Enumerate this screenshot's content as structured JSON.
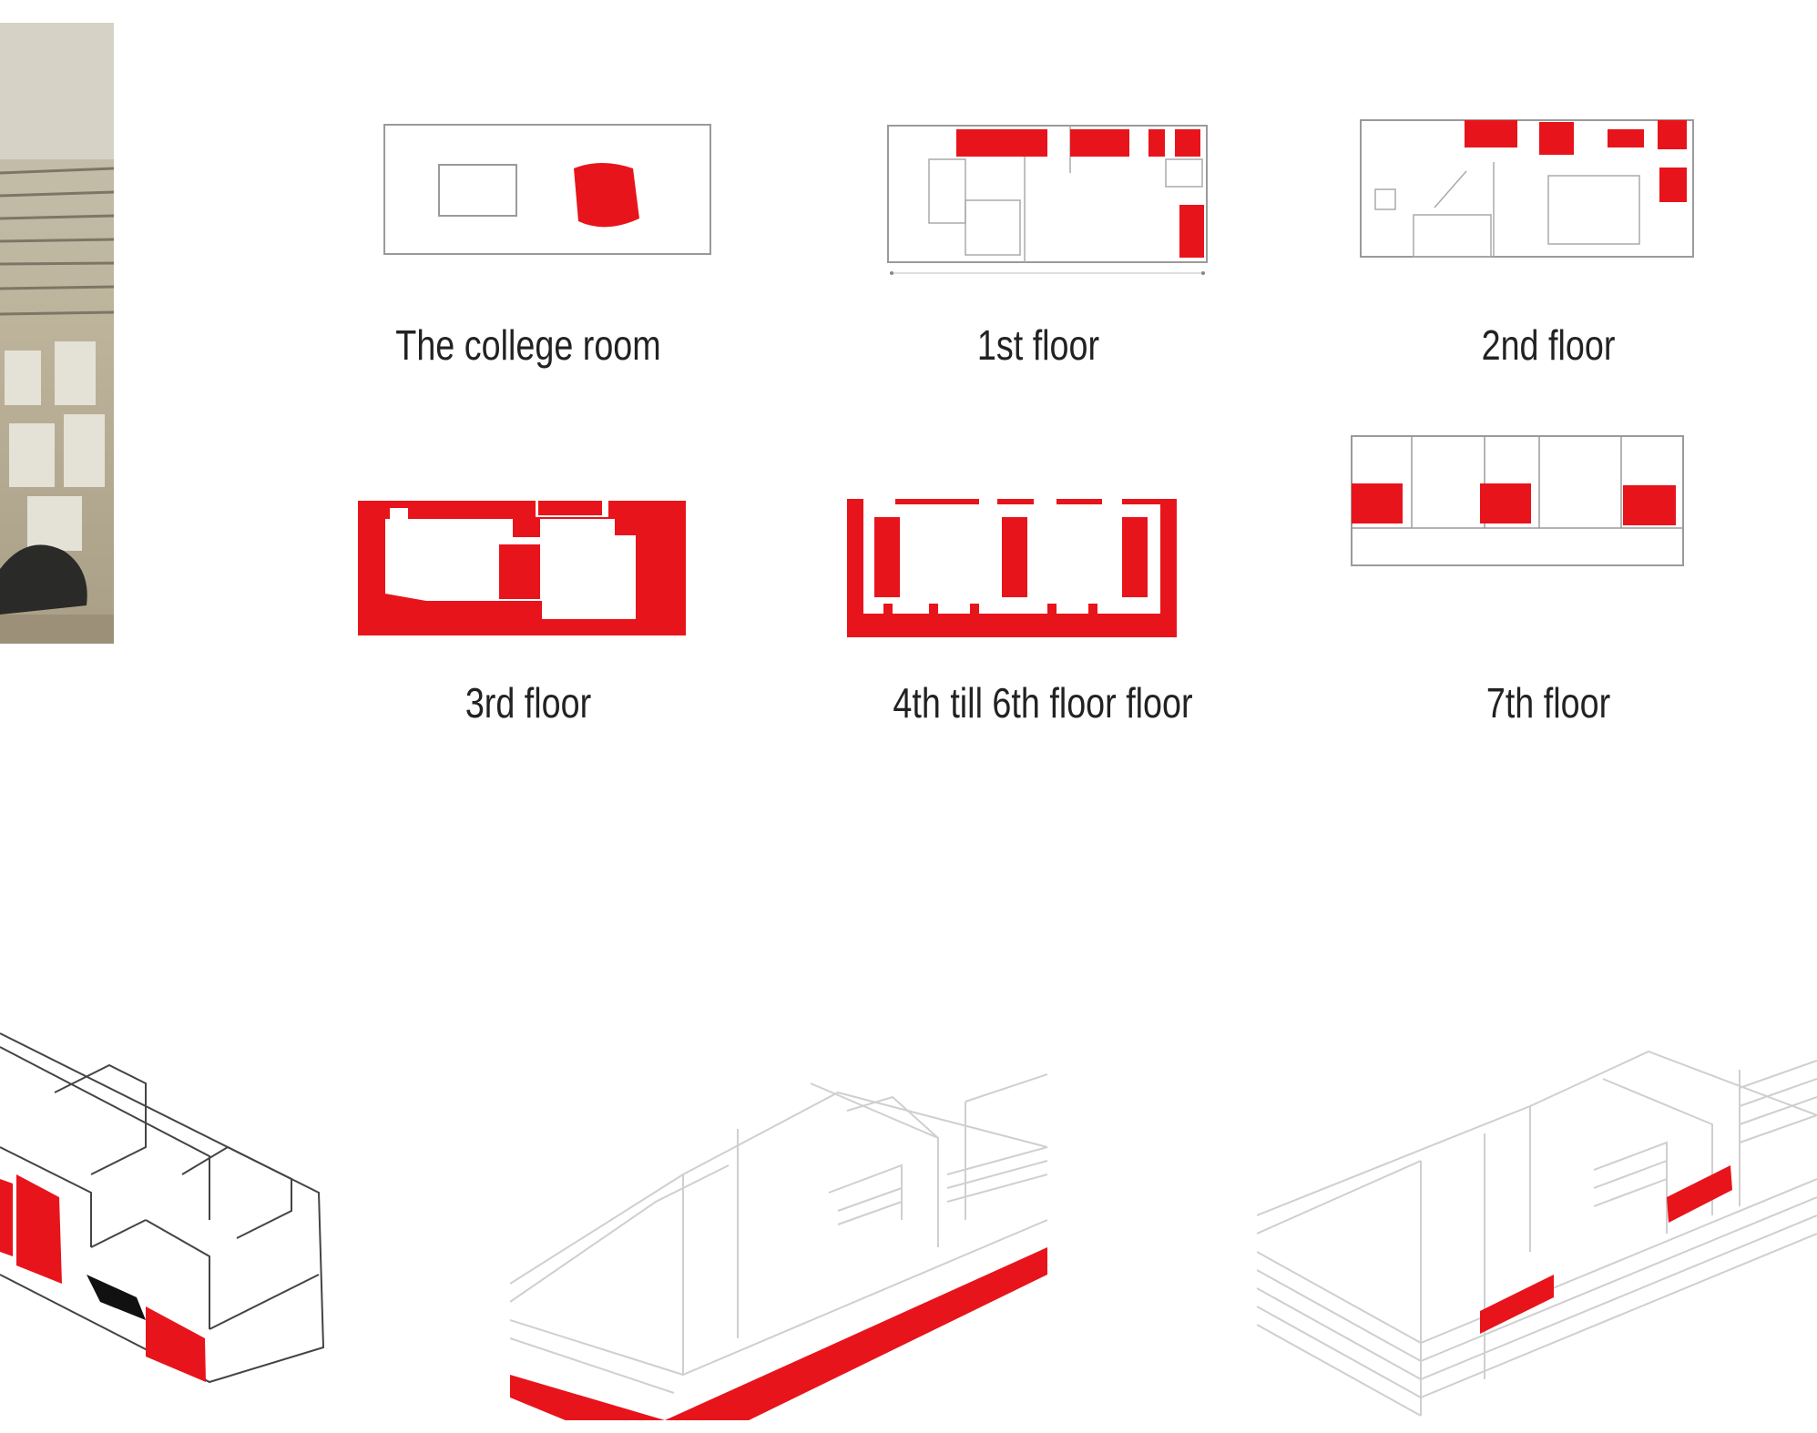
{
  "colors": {
    "highlight": "#e8141b",
    "line": "#9a9a9a",
    "background": "#ffffff",
    "text": "#222222"
  },
  "plans": [
    {
      "caption": "The college room"
    },
    {
      "caption": "1st floor"
    },
    {
      "caption": "2nd floor"
    },
    {
      "caption": "3rd floor"
    },
    {
      "caption": "4th till 6th floor floor"
    },
    {
      "caption": "7th floor"
    }
  ]
}
